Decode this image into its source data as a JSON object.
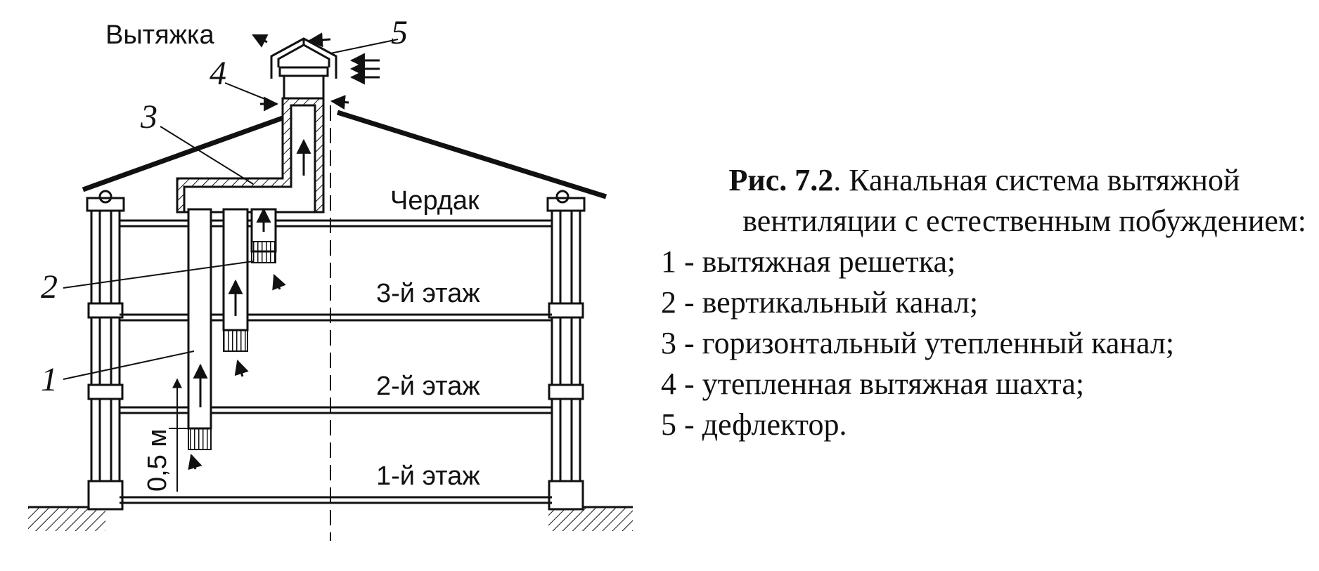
{
  "diagram": {
    "labels": {
      "exhaust": "Вытяжка",
      "attic": "Чердак",
      "floor3": "3-й этаж",
      "floor2": "2-й этаж",
      "floor1": "1-й этаж",
      "height": "0,5 м"
    },
    "callouts": [
      "1",
      "2",
      "3",
      "4",
      "5"
    ]
  },
  "caption": {
    "figure_ref": "Рис. 7.2",
    "title_line1": ". Канальная система вытяжной",
    "title_line2": "вентиляции с естественным побуждением:",
    "items": [
      "1 - вытяжная решетка;",
      "2 - вертикальный канал;",
      "3 - горизонтальный утепленный канал;",
      "4 - утепленная вытяжная шахта;",
      "5 - дефлектор."
    ]
  }
}
